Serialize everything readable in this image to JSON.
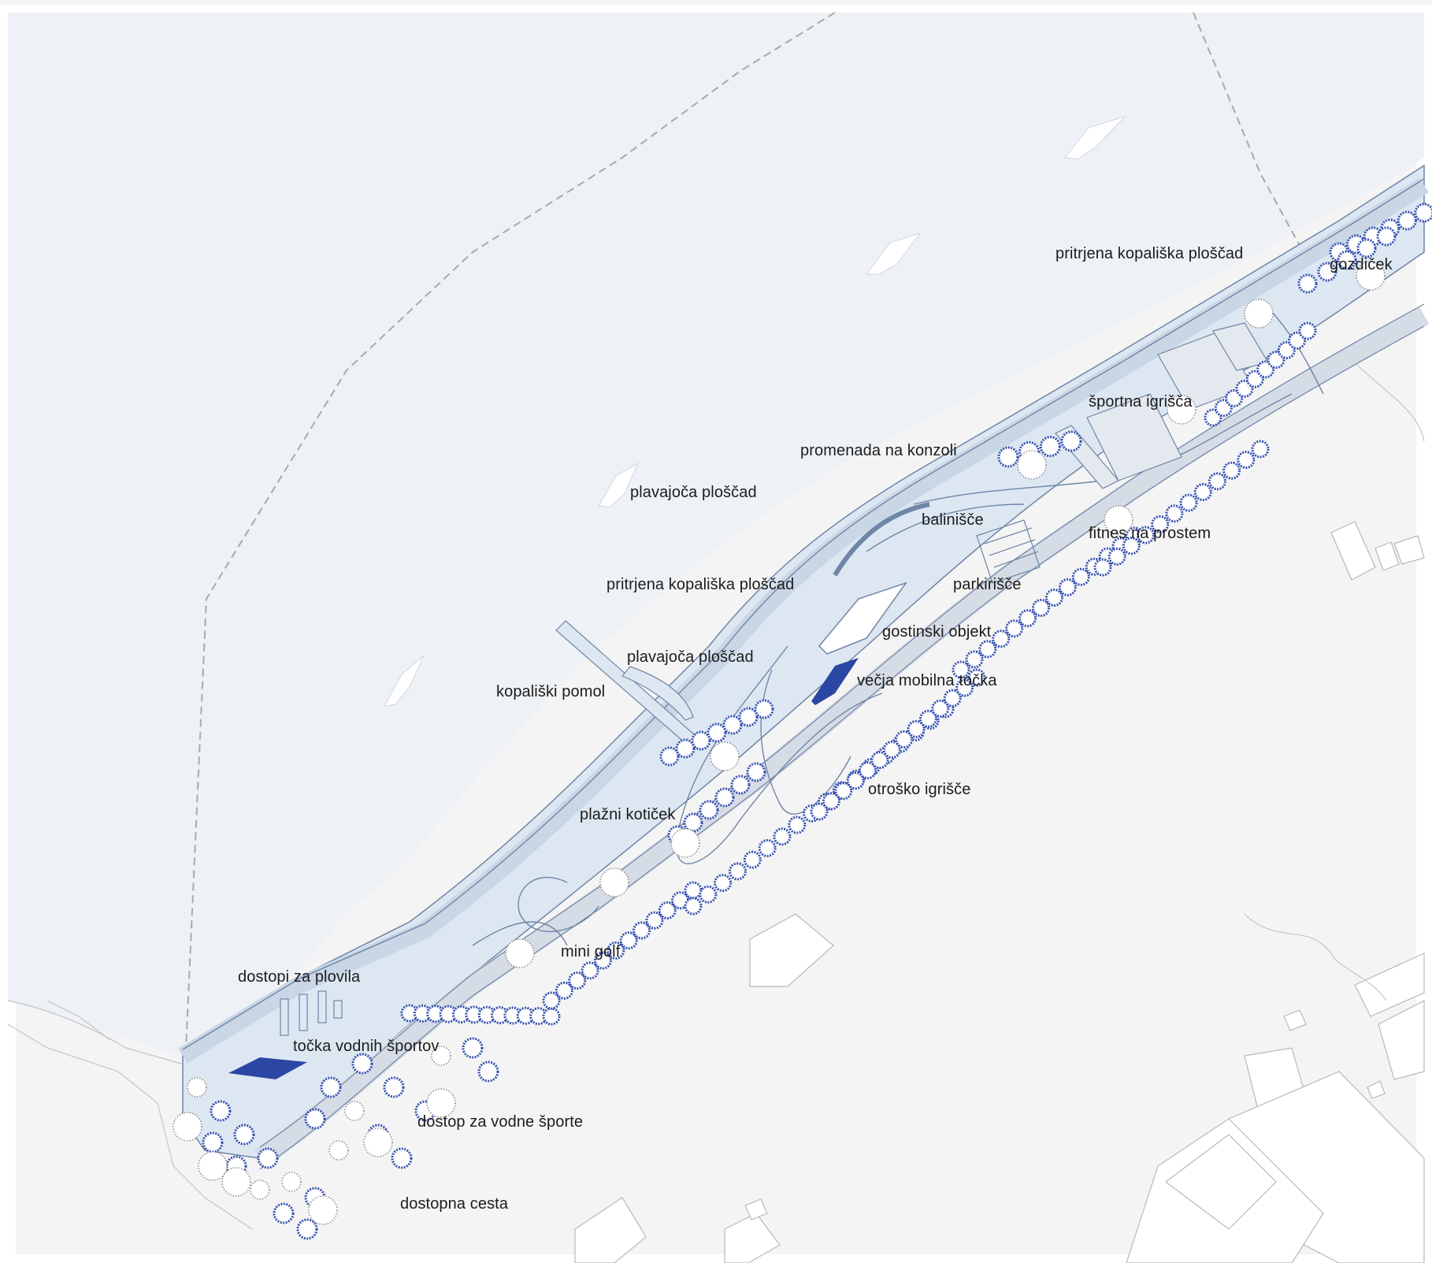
{
  "colors": {
    "water": "#eef2f6",
    "land": "#f4f4f4",
    "park": "#dde7f2",
    "path": "#c9d6e6",
    "outline": "#6f86a6",
    "tree_blue": "#3450b0",
    "tree_grey": "#8a8a8a",
    "dark_blue": "#2b46a3",
    "boundary": "#a9a9a9"
  },
  "labels": {
    "pritrjena_1": "pritrjena kopališka ploščad",
    "gozdicek": "gozdiček",
    "sportna_igrisca": "športna igrišča",
    "promenada": "promenada na konzoli",
    "plavajoca_1": "plavajoča ploščad",
    "balinisce": "balinišče",
    "fitnes": "fitnes na prostem",
    "pritrjena_2": "pritrjena kopališka ploščad",
    "parkirisce": "parkirišče",
    "gostinski": "gostinski objekt",
    "plavajoca_2": "plavajoča ploščad",
    "vecja_mobilna": "večja mobilna točka",
    "kopaliski_pomol": "kopališki pomol",
    "otrosko_igrisce": "otroško igrišče",
    "plazni_koticek": "plažni kotiček",
    "mini_golf": "mini golf",
    "dostopi_plovila": "dostopi za plovila",
    "tocka_vodnih": "točka vodnih športov",
    "dostop_vodne": "dostop za vodne športe",
    "dostopna_cesta": "dostopna cesta"
  }
}
